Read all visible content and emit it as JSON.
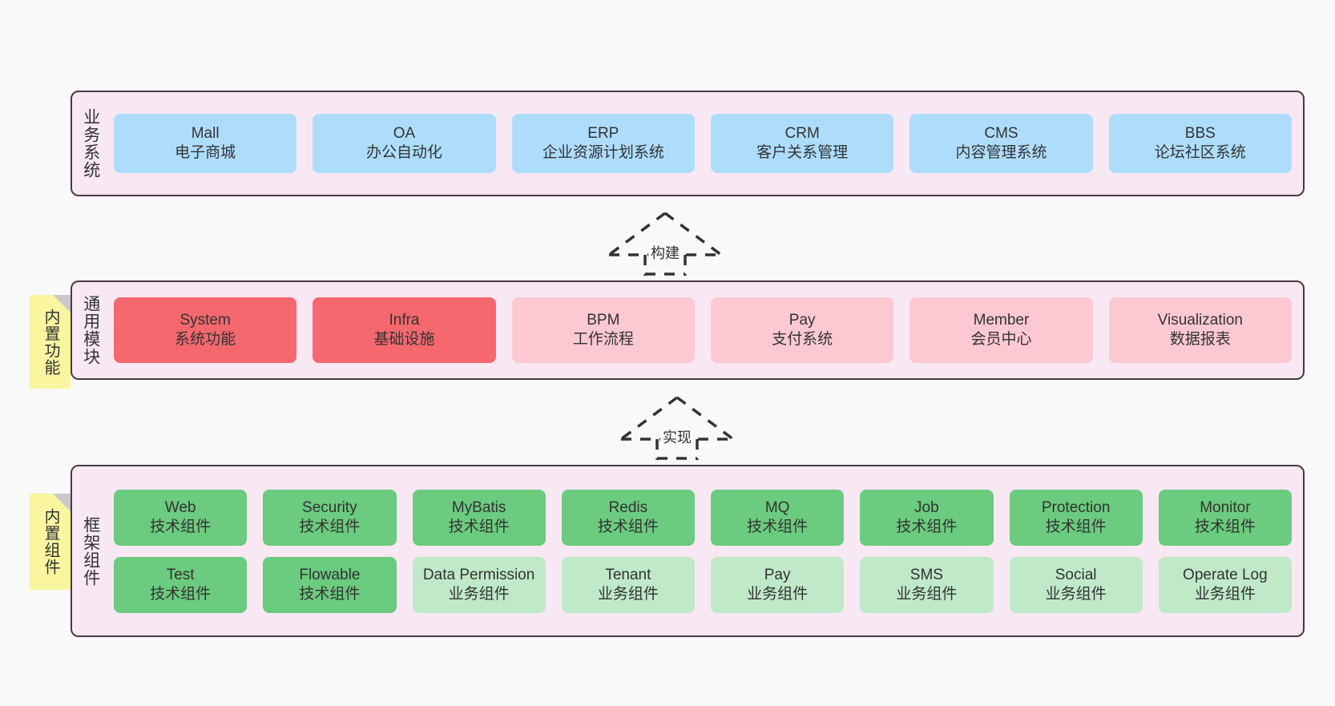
{
  "diagram": {
    "title": "yudao-cloud / ruoyi-vue-pro architecture layers",
    "colors": {
      "canvas": "#f9f9f9",
      "layer_fill": "#F8E8F3",
      "layer_border": "#4A3A42",
      "business_card": "#AEDDFC",
      "core_module_card": "#F4686E",
      "module_card": "#FCC9D2",
      "tech_component_card": "#6BCB7E",
      "biz_component_card": "#BFE9C8",
      "note_fill": "#FAF6A0",
      "note_fold": "#C9C9C9",
      "text": "#333333"
    }
  },
  "layers": [
    {
      "id": "business-system",
      "title": "业务系统",
      "rows": [
        [
          {
            "en": "Mall",
            "cn": "电子商城",
            "style": "c-blue"
          },
          {
            "en": "OA",
            "cn": "办公自动化",
            "style": "c-blue"
          },
          {
            "en": "ERP",
            "cn": "企业资源计划系统",
            "style": "c-blue"
          },
          {
            "en": "CRM",
            "cn": "客户关系管理",
            "style": "c-blue"
          },
          {
            "en": "CMS",
            "cn": "内容管理系统",
            "style": "c-blue"
          },
          {
            "en": "BBS",
            "cn": "论坛社区系统",
            "style": "c-blue"
          }
        ]
      ]
    },
    {
      "id": "common-module",
      "title": "通用模块",
      "note": "内置功能",
      "rows": [
        [
          {
            "en": "System",
            "cn": "系统功能",
            "style": "c-red"
          },
          {
            "en": "Infra",
            "cn": "基础设施",
            "style": "c-red"
          },
          {
            "en": "BPM",
            "cn": "工作流程",
            "style": "c-pink"
          },
          {
            "en": "Pay",
            "cn": "支付系统",
            "style": "c-pink"
          },
          {
            "en": "Member",
            "cn": "会员中心",
            "style": "c-pink"
          },
          {
            "en": "Visualization",
            "cn": "数据报表",
            "style": "c-pink"
          }
        ]
      ]
    },
    {
      "id": "framework-component",
      "title": "框架组件",
      "note": "内置组件",
      "rows": [
        [
          {
            "en": "Web",
            "cn": "技术组件",
            "style": "c-green"
          },
          {
            "en": "Security",
            "cn": "技术组件",
            "style": "c-green"
          },
          {
            "en": "MyBatis",
            "cn": "技术组件",
            "style": "c-green"
          },
          {
            "en": "Redis",
            "cn": "技术组件",
            "style": "c-green"
          },
          {
            "en": "MQ",
            "cn": "技术组件",
            "style": "c-green"
          },
          {
            "en": "Job",
            "cn": "技术组件",
            "style": "c-green"
          },
          {
            "en": "Protection",
            "cn": "技术组件",
            "style": "c-green"
          },
          {
            "en": "Monitor",
            "cn": "技术组件",
            "style": "c-green"
          }
        ],
        [
          {
            "en": "Test",
            "cn": "技术组件",
            "style": "c-green"
          },
          {
            "en": "Flowable",
            "cn": "技术组件",
            "style": "c-green"
          },
          {
            "en": "Data Permission",
            "cn": "业务组件",
            "style": "c-lightgreen"
          },
          {
            "en": "Tenant",
            "cn": "业务组件",
            "style": "c-lightgreen"
          },
          {
            "en": "Pay",
            "cn": "业务组件",
            "style": "c-lightgreen"
          },
          {
            "en": "SMS",
            "cn": "业务组件",
            "style": "c-lightgreen"
          },
          {
            "en": "Social",
            "cn": "业务组件",
            "style": "c-lightgreen"
          },
          {
            "en": "Operate Log",
            "cn": "业务组件",
            "style": "c-lightgreen"
          }
        ]
      ]
    }
  ],
  "connectors": [
    {
      "id": "build",
      "label": "构建"
    },
    {
      "id": "implement",
      "label": "实现"
    }
  ]
}
